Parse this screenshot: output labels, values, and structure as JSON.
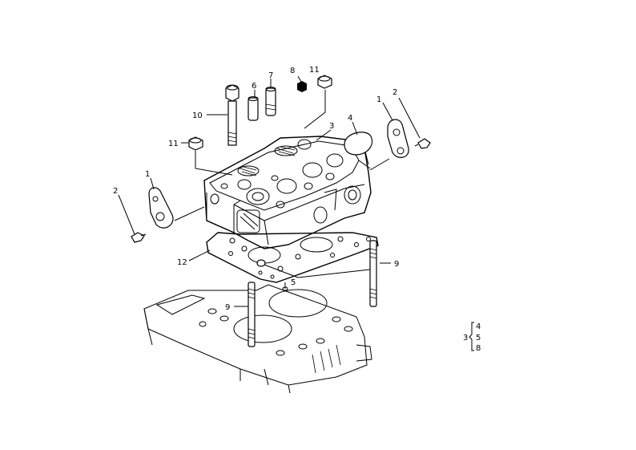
{
  "labels": {
    "p1a": "1",
    "p1b": "1",
    "p2a": "2",
    "p2b": "2",
    "p3": "3",
    "p4": "4",
    "p5": "5",
    "p6": "6",
    "p7": "7",
    "p8": "8",
    "p9a": "9",
    "p9b": "9",
    "p10": "10",
    "p11a": "11",
    "p11b": "11",
    "p12": "12"
  },
  "legend": {
    "group": "3",
    "item_top": "4",
    "item_mid": "5",
    "item_bottom": "8"
  }
}
